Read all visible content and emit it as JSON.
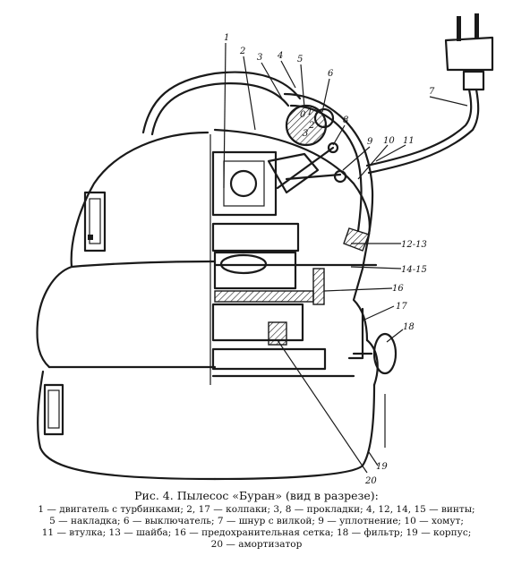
{
  "figure": {
    "caption_title": "Рис. 4. Пылесос «Буран» (вид в разрезе):",
    "legend_lines": [
      "1 — двигатель с турбинками; 2, 17 — колпаки; 3, 8 — прокладки; 4, 12, 14, 15 — винты;",
      "5 — накладка; 6 — выключатель; 7 — шнур с вилкой; 9 — уплотнение; 10 — хомут;",
      "11 — втулка; 13 — шайба; 16 — предохранительная сетка; 18 — фильтр; 19 — корпус;",
      "20 — амортизатор"
    ]
  },
  "callouts": [
    "1",
    "2",
    "3",
    "4",
    "5",
    "6",
    "7",
    "8",
    "9",
    "10",
    "11",
    "12-13",
    "14-15",
    "16",
    "17",
    "18",
    "19",
    "20"
  ],
  "switch_scale": [
    "0",
    "1",
    "2",
    "3"
  ]
}
